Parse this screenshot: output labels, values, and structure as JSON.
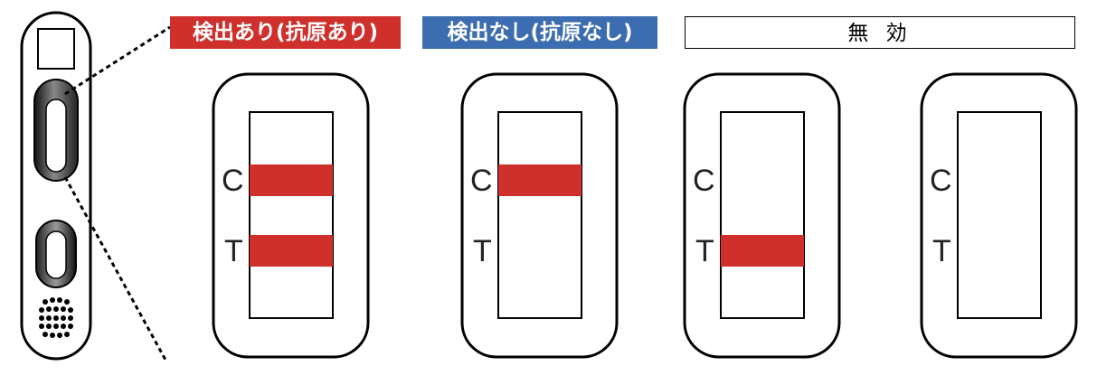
{
  "labels": {
    "positive": "検出あり(抗原あり)",
    "negative": "検出なし(抗原なし)",
    "invalid": "無 効"
  },
  "colors": {
    "positive_label_bg": "#d0302b",
    "negative_label_bg": "#3c6db0",
    "test_band": "#d0302b"
  },
  "line_marks": {
    "control": "C",
    "test": "T"
  },
  "result_cards": [
    {
      "group": "positive",
      "c_line": true,
      "t_line": true
    },
    {
      "group": "negative",
      "c_line": true,
      "t_line": false
    },
    {
      "group": "invalid",
      "c_line": false,
      "t_line": true
    },
    {
      "group": "invalid",
      "c_line": false,
      "t_line": false
    }
  ]
}
